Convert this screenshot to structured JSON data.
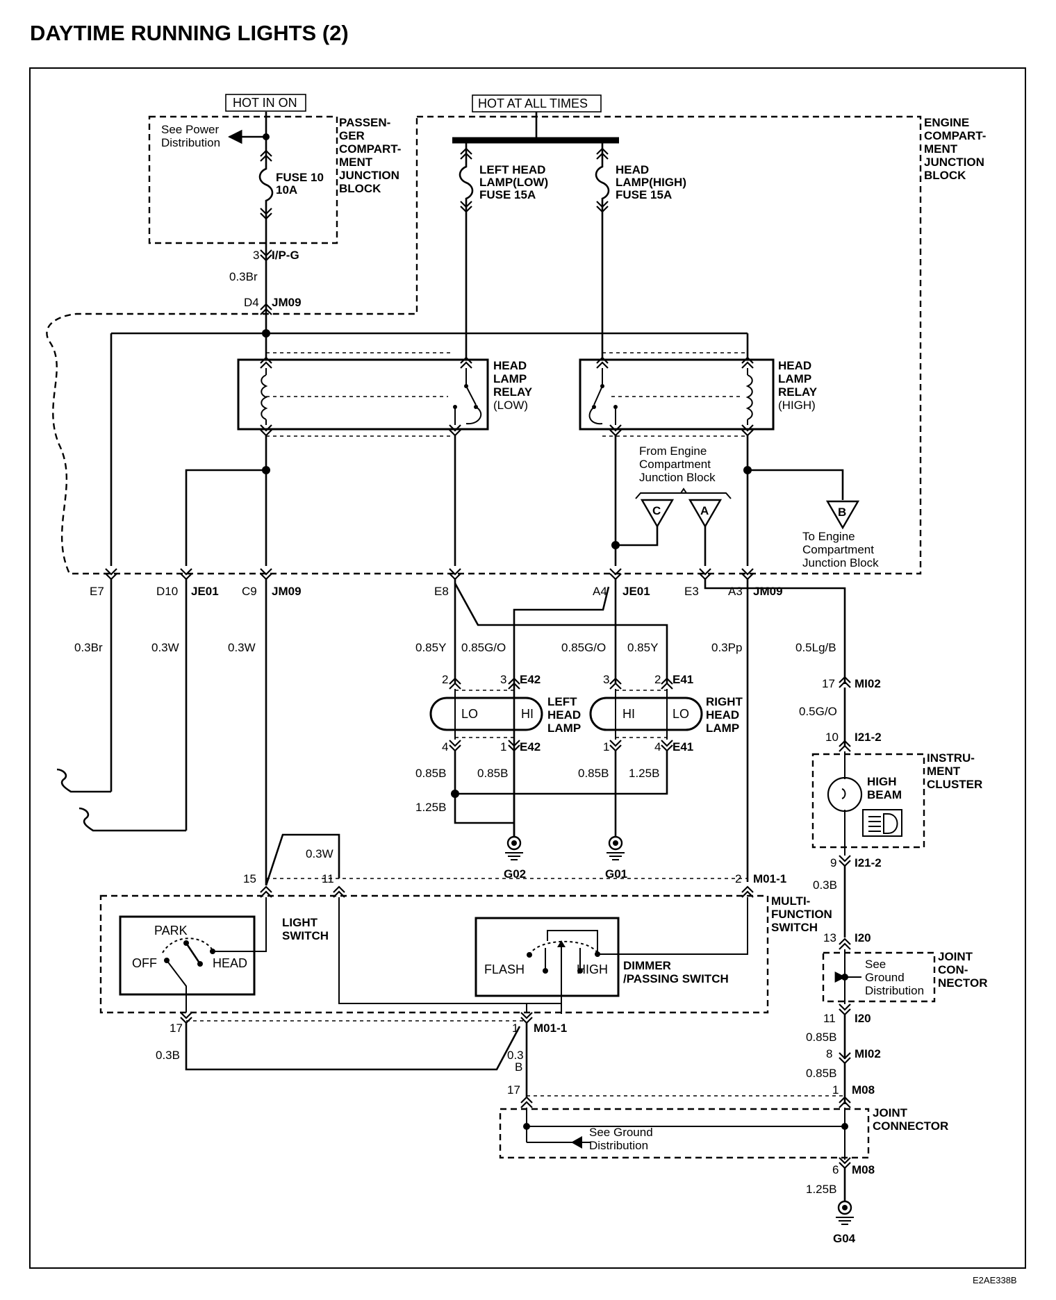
{
  "title": "DAYTIME RUNNING LIGHTS (2)",
  "figure_code": "E2AE338B",
  "power": {
    "hot_in_on": "HOT IN ON",
    "hot_at_all_times": "HOT AT ALL TIMES"
  },
  "blocks": {
    "pcjb": [
      "PASSEN-",
      "GER",
      "COMPART-",
      "MENT",
      "JUNCTION",
      "BLOCK"
    ],
    "ecjb": [
      "ENGINE",
      "COMPART-",
      "MENT",
      "JUNCTION",
      "BLOCK"
    ],
    "see_power": [
      "See Power",
      "Distribution"
    ],
    "from_ecjb": [
      "From Engine",
      "Compartment",
      "Junction Block"
    ],
    "to_ecjb": [
      "To Engine",
      "Compartment",
      "Junction Block"
    ]
  },
  "fuses": {
    "fuse10": [
      "FUSE 10",
      "10A"
    ],
    "left_low": [
      "LEFT HEAD",
      "LAMP(LOW)",
      "FUSE 15A"
    ],
    "high": [
      "HEAD",
      "LAMP(HIGH)",
      "FUSE 15A"
    ]
  },
  "relays": {
    "low": [
      "HEAD",
      "LAMP",
      "RELAY",
      "(LOW)"
    ],
    "high": [
      "HEAD",
      "LAMP",
      "RELAY",
      "(HIGH)"
    ]
  },
  "offpage": {
    "c": "C",
    "a": "A",
    "b": "B"
  },
  "lamps": {
    "left": [
      "LEFT",
      "HEAD",
      "LAMP"
    ],
    "right": [
      "RIGHT",
      "HEAD",
      "LAMP"
    ],
    "lo": "LO",
    "hi": "HI",
    "hi_r": "HI"
  },
  "cluster": {
    "label": [
      "INSTRU-",
      "MENT",
      "CLUSTER"
    ],
    "high_beam": [
      "HIGH",
      "BEAM"
    ]
  },
  "switches": {
    "light": [
      "LIGHT",
      "SWITCH"
    ],
    "multi": [
      "MULTI-",
      "FUNCTION",
      "SWITCH"
    ],
    "dimmer": [
      "DIMMER",
      "/PASSING SWITCH"
    ],
    "park": "PARK",
    "off": "OFF",
    "head": "HEAD",
    "flash": "FLASH",
    "high": "HIGH"
  },
  "joint": {
    "j1": [
      "JOINT",
      "CON-",
      "NECTOR"
    ],
    "j2": [
      "JOINT",
      "CONNECTOR"
    ],
    "see_ground": [
      "See",
      "Ground",
      "Distribution"
    ],
    "see_ground2": [
      "See Ground",
      "Distribution"
    ]
  },
  "grounds": {
    "g02": "G02",
    "g01": "G01",
    "g04": "G04"
  },
  "connectors": {
    "ipg": "I/P-G",
    "jm09": "JM09",
    "je01": "JE01",
    "e42": "E42",
    "e41": "E41",
    "mi02": "MI02",
    "i21_2": "I21-2",
    "i20": "I20",
    "m01_1": "M01-1",
    "m08": "M08"
  },
  "pins": {
    "p3": "3",
    "d4": "D4",
    "e7": "E7",
    "d10": "D10",
    "c9": "C9",
    "e8": "E8",
    "a4": "A4",
    "e3": "E3",
    "a3": "A3",
    "l2": "2",
    "l3": "3",
    "l4": "4",
    "l1": "1",
    "r3": "3",
    "r2": "2",
    "r1": "1",
    "r4": "4",
    "p17": "17",
    "p10": "10",
    "p9": "9",
    "p13": "13",
    "p11": "11",
    "p8": "8",
    "p1": "1",
    "p6": "6",
    "s15": "15",
    "s11": "11",
    "s2": "2",
    "s17": "17",
    "s1": "1",
    "s17b": "17"
  },
  "wires": {
    "w_03br": "0.3Br",
    "w_03br_e7": "0.3Br",
    "w_03w_d10": "0.3W",
    "w_03w_c9": "0.3W",
    "w_085y_l": "0.85Y",
    "w_085go_l": "0.85G/O",
    "w_085go_r": "0.85G/O",
    "w_085y_r": "0.85Y",
    "w_03pp": "0.3Pp",
    "w_05lgb": "0.5Lg/B",
    "w_05go": "0.5G/O",
    "w_085b_1": "0.85B",
    "w_085b_2": "0.85B",
    "w_085b_3": "0.85B",
    "w_125b_1": "1.25B",
    "w_125b_2": "1.25B",
    "w_03w_sw": "0.3W",
    "w_03b_ic": "0.3B",
    "w_085b_j1": "0.85B",
    "w_085b_j2": "0.85B",
    "w_125b_g4": "1.25B",
    "w_03b_s": "0.3B",
    "w_03b_v": [
      "0.3",
      "B"
    ]
  }
}
